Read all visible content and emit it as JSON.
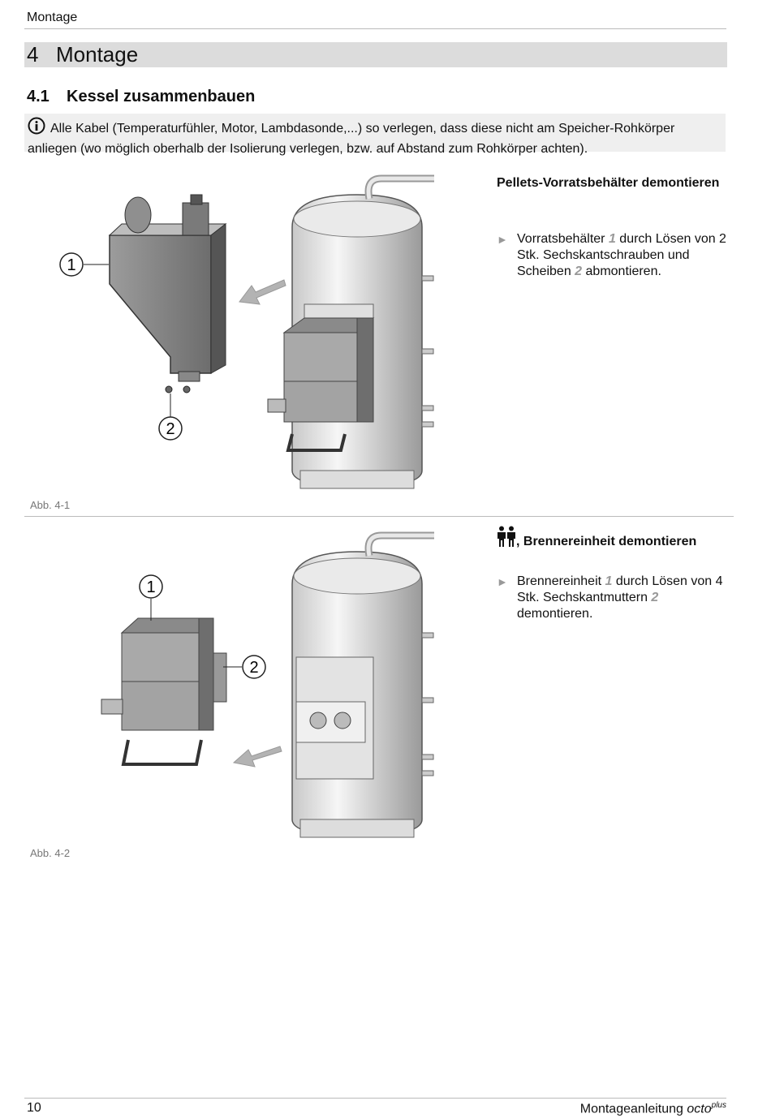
{
  "header": {
    "running_title": "Montage"
  },
  "chapter": {
    "number": "4",
    "title": "Montage"
  },
  "section": {
    "number": "4.1",
    "title": "Kessel zusammenbauen"
  },
  "note": {
    "icon": "info-icon",
    "text": "Alle Kabel (Temperaturfühler, Motor, Lambdasonde,...) so verlegen, dass diese nicht am Speicher-Rohkörper anliegen (wo möglich oberhalb der Isolierung verlegen, bzw. auf Abstand zum Rohkörper achten)."
  },
  "figure1": {
    "caption": "Abb. 4-1",
    "callouts": [
      "1",
      "2"
    ],
    "heading": "Pellets-Vorratsbehälter demontieren",
    "step": {
      "a": "Vorratsbehälter ",
      "ref1": "1",
      "b": " durch Lösen von 2 Stk. Sechskantschrauben und Scheiben ",
      "ref2": "2",
      "c": " abmontieren."
    }
  },
  "figure2": {
    "caption": "Abb. 4-2",
    "callouts": [
      "1",
      "2"
    ],
    "heading_icon": "two-persons-icon",
    "heading": ", Brennereinheit demontieren",
    "step": {
      "a": "Brennereinheit ",
      "ref1": "1",
      "b": " durch Lösen von 4 Stk. Sechskantmuttern ",
      "ref2": "2",
      "c": " demontieren."
    }
  },
  "footer": {
    "page_number": "10",
    "doc_title": "Montageanleitung ",
    "brand": "octo",
    "brand_sup": "plus"
  }
}
